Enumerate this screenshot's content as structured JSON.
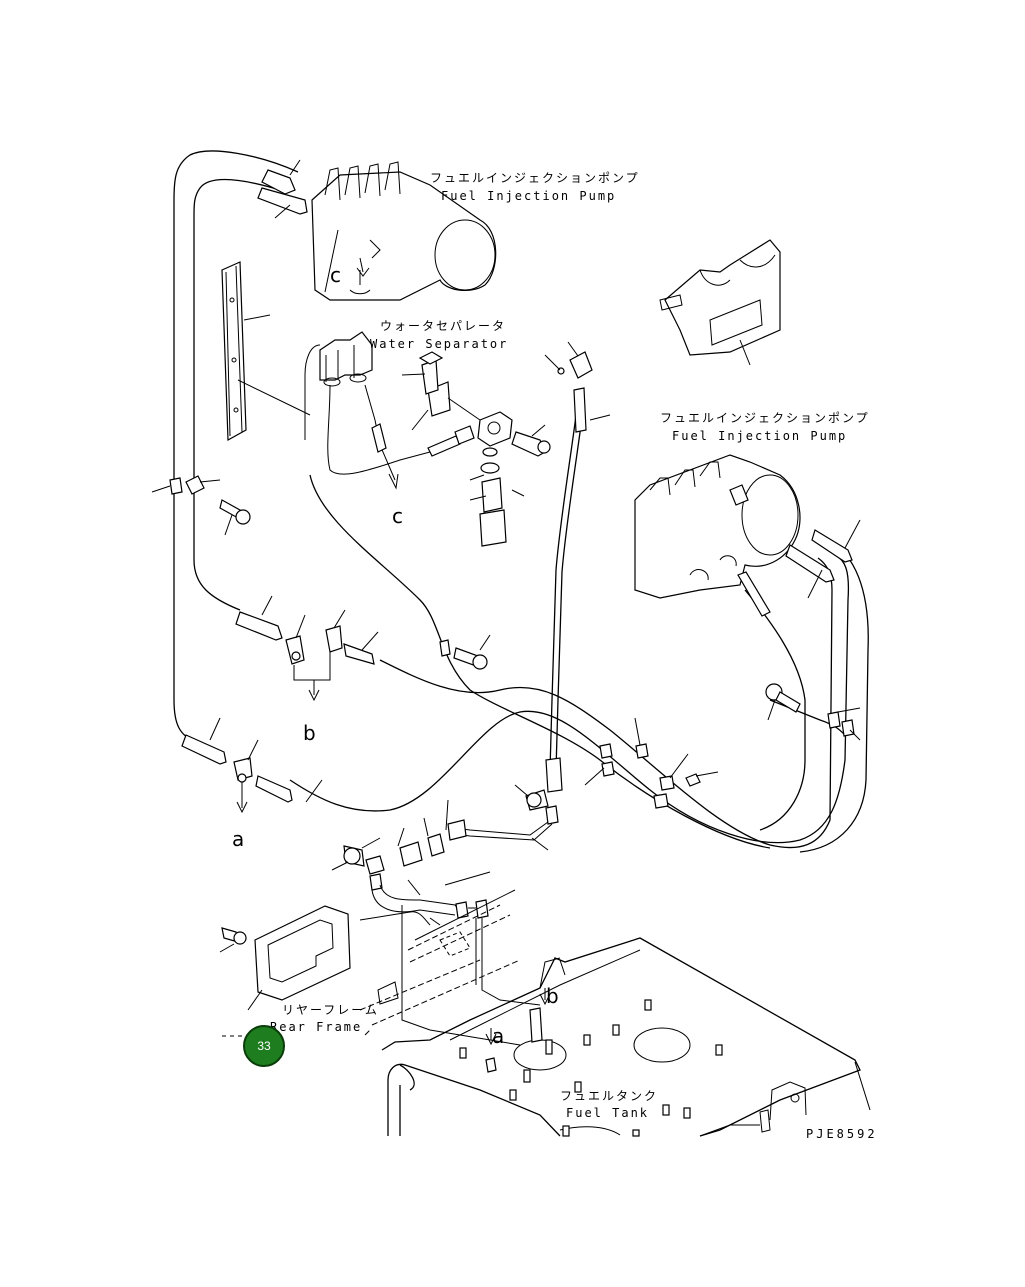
{
  "labels": {
    "fuel_injection_pump_top_jp": "フュエルインジェクションポンプ",
    "fuel_injection_pump_top_en": "Fuel Injection Pump",
    "water_separator_jp": "ウォータセパレータ",
    "water_separator_en": "Water Separator",
    "fuel_injection_pump_right_jp": "フュエルインジェクションポンプ",
    "fuel_injection_pump_right_en": "Fuel Injection Pump",
    "rear_frame_jp": "リヤーフレーム",
    "rear_frame_en": "Rear Frame",
    "fuel_tank_jp": "フュエルタンク",
    "fuel_tank_en": "Fuel Tank",
    "drawing_code": "PJE8592"
  },
  "connection_letters": {
    "c_top": "c",
    "c_mid": "c",
    "b_mid": "b",
    "a_left": "a",
    "b_tank": "b",
    "a_tank": "a"
  },
  "badge": {
    "number": "33",
    "color": "#1e7d1e"
  }
}
